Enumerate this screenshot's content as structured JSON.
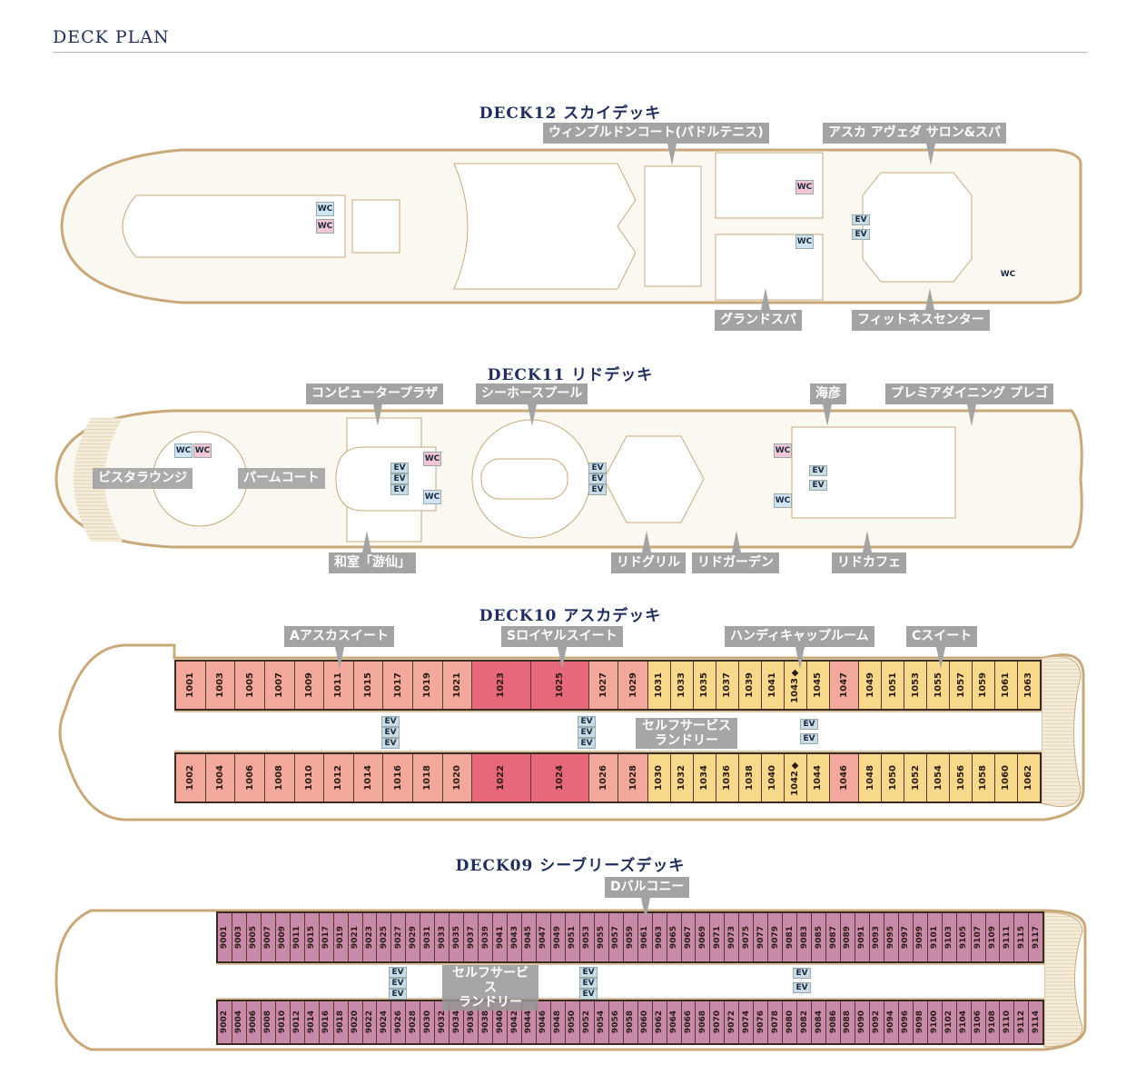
{
  "header": {
    "title": "DECK PLAN"
  },
  "colors": {
    "A": "#f2a99b",
    "S": "#e8687b",
    "C": "#f8d88b",
    "D": "#c98aa9",
    "hull": "#c9a97a",
    "ev": "#c9dce6"
  },
  "markers": {
    "wc": "WC",
    "ev": "EV"
  },
  "decks": {
    "d12": {
      "title": "DECK12 スカイデッキ",
      "labels": [
        "ウィンブルドンコート(パドルテニス)",
        "アスカ アヴェダ サロン&スパ",
        "グランドスパ",
        "フィットネスセンター"
      ]
    },
    "d11": {
      "title": "DECK11 リドデッキ",
      "labels": [
        "コンピュータープラザ",
        "シーホースプール",
        "海彦",
        "プレミアダイニング プレゴ",
        "ビスタラウンジ",
        "パームコート",
        "和室「游仙」",
        "リドグリル",
        "リドガーデン",
        "リドカフェ"
      ]
    },
    "d10": {
      "title": "DECK10 アスカデッキ",
      "labels": [
        "Aアスカスイート",
        "Sロイヤルスイート",
        "ハンディキャップルーム",
        "Cスイート",
        "セルフサービス",
        "ランドリー"
      ],
      "top": [
        [
          "1001",
          "A"
        ],
        [
          "1003",
          "A"
        ],
        [
          "1005",
          "A"
        ],
        [
          "1007",
          "A"
        ],
        [
          "1009",
          "A"
        ],
        [
          "1011",
          "A"
        ],
        [
          "1015",
          "A"
        ],
        [
          "1017",
          "A"
        ],
        [
          "1019",
          "A"
        ],
        [
          "1021",
          "A"
        ],
        [
          "1023",
          "S"
        ],
        [
          "1025",
          "S"
        ],
        [
          "1027",
          "A"
        ],
        [
          "1029",
          "A"
        ],
        [
          "1031",
          "C"
        ],
        [
          "1033",
          "C"
        ],
        [
          "1035",
          "C"
        ],
        [
          "1037",
          "C"
        ],
        [
          "1039",
          "C"
        ],
        [
          "1041",
          "C"
        ],
        [
          "1043◆",
          "C"
        ],
        [
          "1045",
          "C"
        ],
        [
          "1047",
          "A"
        ],
        [
          "1049",
          "C"
        ],
        [
          "1051",
          "C"
        ],
        [
          "1053",
          "C"
        ],
        [
          "1055",
          "C"
        ],
        [
          "1057",
          "C"
        ],
        [
          "1059",
          "C"
        ],
        [
          "1061",
          "C"
        ],
        [
          "1063",
          "C"
        ]
      ],
      "bottom": [
        [
          "1002",
          "A"
        ],
        [
          "1004",
          "A"
        ],
        [
          "1006",
          "A"
        ],
        [
          "1008",
          "A"
        ],
        [
          "1010",
          "A"
        ],
        [
          "1012",
          "A"
        ],
        [
          "1014",
          "A"
        ],
        [
          "1016",
          "A"
        ],
        [
          "1018",
          "A"
        ],
        [
          "1020",
          "A"
        ],
        [
          "1022",
          "S"
        ],
        [
          "1024",
          "S"
        ],
        [
          "1026",
          "A"
        ],
        [
          "1028",
          "A"
        ],
        [
          "1030",
          "C"
        ],
        [
          "1032",
          "C"
        ],
        [
          "1034",
          "C"
        ],
        [
          "1036",
          "C"
        ],
        [
          "1038",
          "C"
        ],
        [
          "1040",
          "C"
        ],
        [
          "1042◆",
          "C"
        ],
        [
          "1044",
          "C"
        ],
        [
          "1046",
          "A"
        ],
        [
          "1048",
          "C"
        ],
        [
          "1050",
          "C"
        ],
        [
          "1052",
          "C"
        ],
        [
          "1054",
          "C"
        ],
        [
          "1056",
          "C"
        ],
        [
          "1058",
          "C"
        ],
        [
          "1060",
          "C"
        ],
        [
          "1062",
          "C"
        ]
      ]
    },
    "d09": {
      "title": "DECK09 シーブリーズデッキ",
      "labels": [
        "Dバルコニー",
        "セルフサービス",
        "ランドリー"
      ],
      "top": [
        "9001",
        "9003",
        "9005",
        "9007",
        "9009",
        "9011",
        "9015",
        "9017",
        "9019",
        "9021",
        "9023",
        "9025",
        "9027",
        "9029",
        "9031",
        "9033",
        "9035",
        "9037",
        "9039",
        "9041",
        "9043",
        "9045",
        "9047",
        "9049",
        "9051",
        "9053",
        "9055",
        "9057",
        "9059",
        "9061",
        "9063",
        "9065",
        "9067",
        "9069",
        "9071",
        "9073",
        "9075",
        "9077",
        "9079",
        "9081",
        "9083",
        "9085",
        "9087",
        "9089",
        "9091",
        "9093",
        "9095",
        "9097",
        "9099",
        "9101",
        "9103",
        "9105",
        "9107",
        "9109",
        "9111",
        "9115",
        "9117"
      ],
      "bottom": [
        "9002",
        "9004",
        "9006",
        "9008",
        "9010",
        "9012",
        "9014",
        "9016",
        "9018",
        "9020",
        "9022",
        "9024",
        "9026",
        "9028",
        "9030",
        "9032",
        "9034",
        "9036",
        "9038",
        "9040",
        "9042",
        "9044",
        "9046",
        "9048",
        "9050",
        "9052",
        "9054",
        "9056",
        "9058",
        "9060",
        "9062",
        "9064",
        "9066",
        "9068",
        "9070",
        "9072",
        "9074",
        "9076",
        "9078",
        "9080",
        "9082",
        "9084",
        "9086",
        "9088",
        "9090",
        "9092",
        "9094",
        "9096",
        "9098",
        "9100",
        "9102",
        "9104",
        "9106",
        "9108",
        "9110",
        "9112",
        "9114"
      ]
    }
  }
}
